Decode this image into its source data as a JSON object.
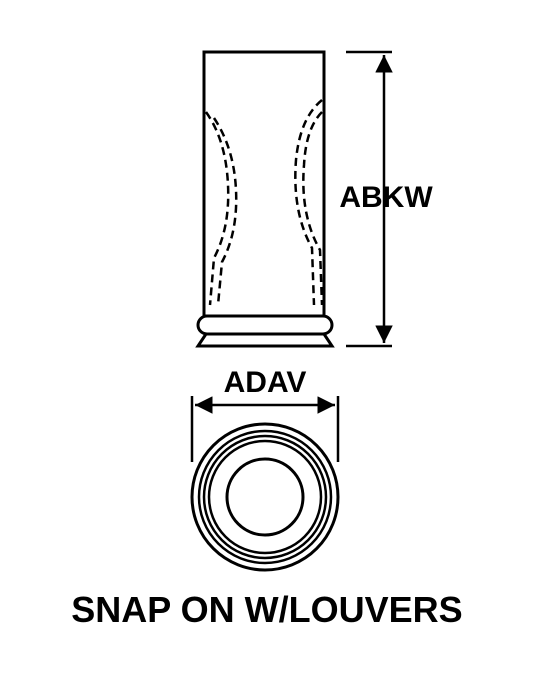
{
  "labels": {
    "height_dimension": "ABKW",
    "diameter_dimension": "ADAV",
    "caption": "SNAP ON W/LOUVERS"
  },
  "colors": {
    "ink": "#000000",
    "paper": "#ffffff"
  }
}
